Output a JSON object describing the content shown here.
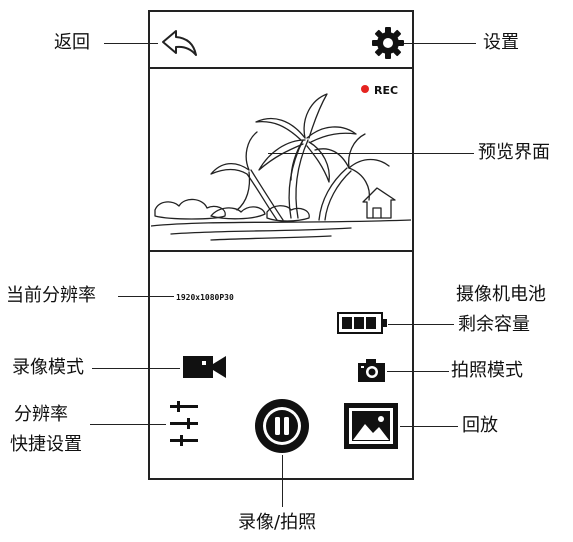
{
  "labels": {
    "back": "返回",
    "settings": "设置",
    "preview": "预览界面",
    "current_resolution": "当前分辨率",
    "battery_line1": "摄像机电池",
    "battery_line2": "剩余容量",
    "video_mode": "录像模式",
    "photo_mode": "拍照模式",
    "resolution_line1": "分辨率",
    "resolution_line2": "快捷设置",
    "playback": "回放",
    "record_capture": "录像/拍照"
  },
  "screen": {
    "resolution_value": "1920x1080P30",
    "rec_indicator": "REC"
  },
  "icons": {
    "back": "back-arrow-icon",
    "settings": "gear-icon",
    "battery": "battery-icon",
    "video": "video-camera-icon",
    "photo": "camera-icon",
    "sliders": "sliders-icon",
    "pause": "pause-icon",
    "gallery": "gallery-icon"
  },
  "colors": {
    "rec_dot": "#e52420"
  }
}
